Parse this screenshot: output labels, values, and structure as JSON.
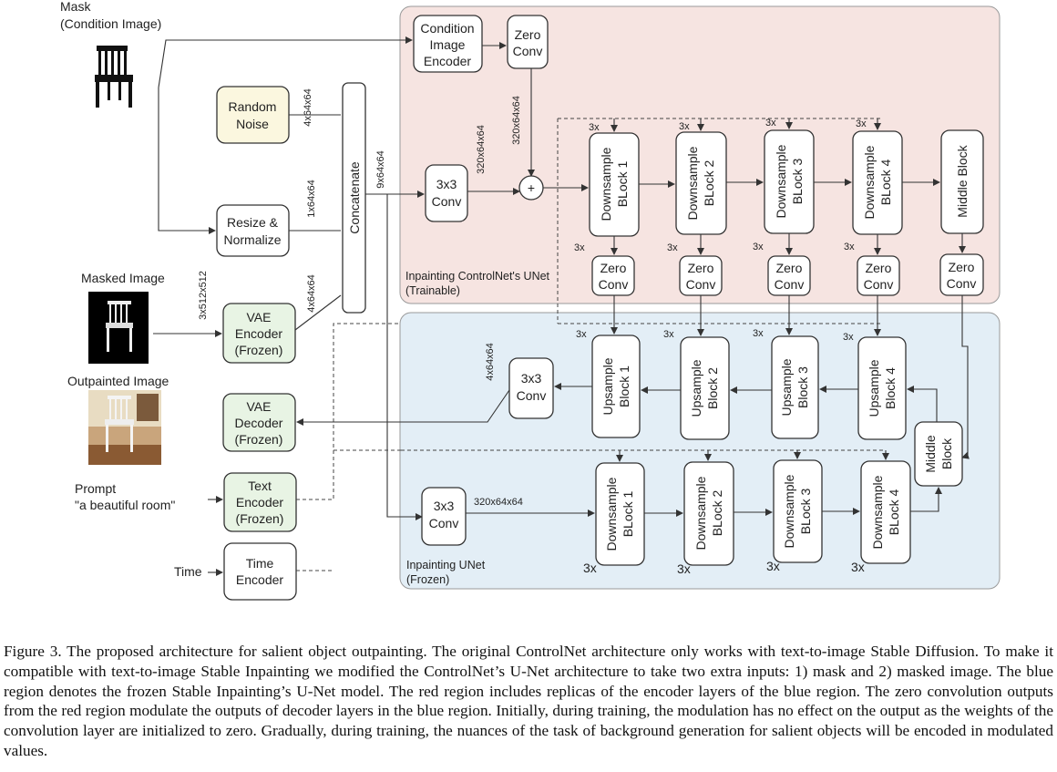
{
  "figure": {
    "inputs": {
      "mask_label": [
        "Mask",
        "(Condition Image)"
      ],
      "masked_image_label": "Masked Image",
      "outpainted_image_label": "Outpainted Image",
      "prompt_label": "Prompt",
      "prompt_text": "\"a beautiful room\"",
      "time_label": "Time"
    },
    "boxes": {
      "random_noise": [
        "Random",
        "Noise"
      ],
      "resize_normalize": [
        "Resize &",
        "Normalize"
      ],
      "vae_encoder": [
        "VAE",
        "Encoder",
        "(Frozen)"
      ],
      "vae_decoder": [
        "VAE",
        "Decoder",
        "(Frozen)"
      ],
      "text_encoder": [
        "Text",
        "Encoder",
        "(Frozen)"
      ],
      "time_encoder": [
        "Time",
        "Encoder"
      ],
      "concatenate": "Concatenate",
      "condition_encoder": [
        "Condition",
        "Image",
        "Encoder"
      ],
      "zero_conv": [
        "Zero",
        "Conv"
      ],
      "conv3x3": [
        "3x3",
        "Conv"
      ],
      "plus": "+",
      "downsample": [
        [
          "Downsample",
          "BLock 1"
        ],
        [
          "Downsample",
          "BLock 2"
        ],
        [
          "Downsample",
          "BLock 3"
        ],
        [
          "Downsample",
          "BLock 4"
        ]
      ],
      "upsample": [
        [
          "Upsample",
          "Block 1"
        ],
        [
          "Upsample",
          "Block 2"
        ],
        [
          "Upsample",
          "Block 3"
        ],
        [
          "Upsample",
          "Block 4"
        ]
      ],
      "middle_block": "Middle Block",
      "middle_block_small": [
        "Middle",
        "Block"
      ]
    },
    "dims": {
      "noise": "4x64x64",
      "mask": "1x64x64",
      "vae_in": "3x512x512",
      "vae_out": "4x64x64",
      "concat_out": "9x64x64",
      "conv_out": "320x64x64",
      "cond_out": "320x64x64",
      "up_out": "4x64x64",
      "unet_conv_out": "320x64x64",
      "repeat": "3x"
    },
    "regions": {
      "red_label": [
        "Inpainting ControlNet's UNet",
        "(Trainable)"
      ],
      "blue_label": [
        "Inpainting UNet",
        "(Frozen)"
      ]
    },
    "colors": {
      "red_region": "#f6e4e1",
      "blue_region": "#e3eef6",
      "noise_fill": "#fbf7df",
      "frozen_fill": "#e8f4e4"
    }
  },
  "caption": {
    "label": "Figure 3.",
    "text": "The proposed architecture for salient object outpainting. The original ControlNet architecture only works with text-to-image Stable Diffusion. To make it compatible with text-to-image Stable Inpainting we modified the ControlNet’s U-Net architecture to take two extra inputs: 1) mask and 2) masked image. The blue region denotes the frozen Stable Inpainting’s U-Net model. The red region includes replicas of the encoder layers of the blue region. The zero convolution outputs from the red region modulate the outputs of decoder layers in the blue region. Initially, during training, the modulation has no effect on the output as the weights of the convolution layer are initialized to zero. Gradually, during training, the nuances of the task of background generation for salient objects will be encoded in modulated values."
  }
}
